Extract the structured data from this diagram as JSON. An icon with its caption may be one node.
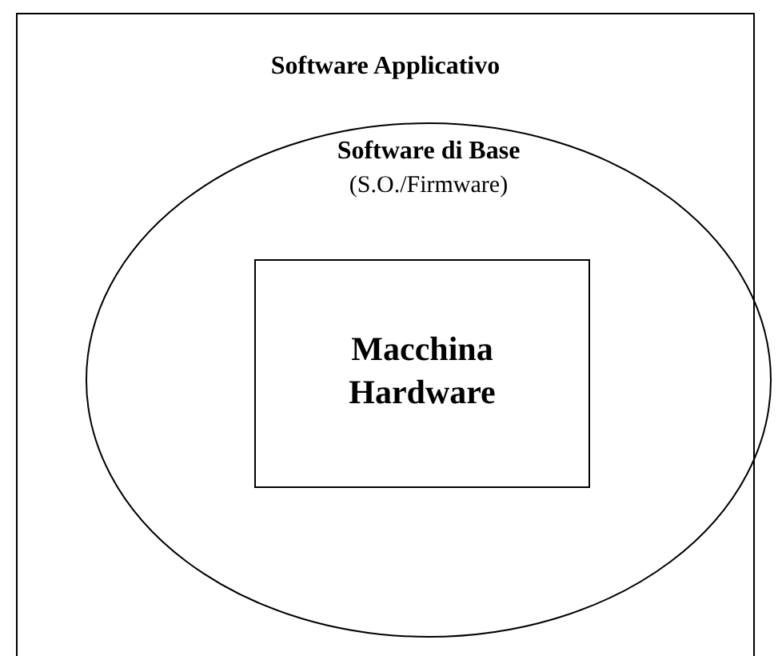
{
  "diagram": {
    "nodes": [
      {
        "text": [
          "Software Applicativo"
        ]
      },
      {
        "text": [
          "Software di Base",
          "(S.O./Firmware)"
        ],
        "in": 0
      },
      {
        "text": [
          "Macchina Hardware"
        ],
        "in": 1
      }
    ]
  }
}
